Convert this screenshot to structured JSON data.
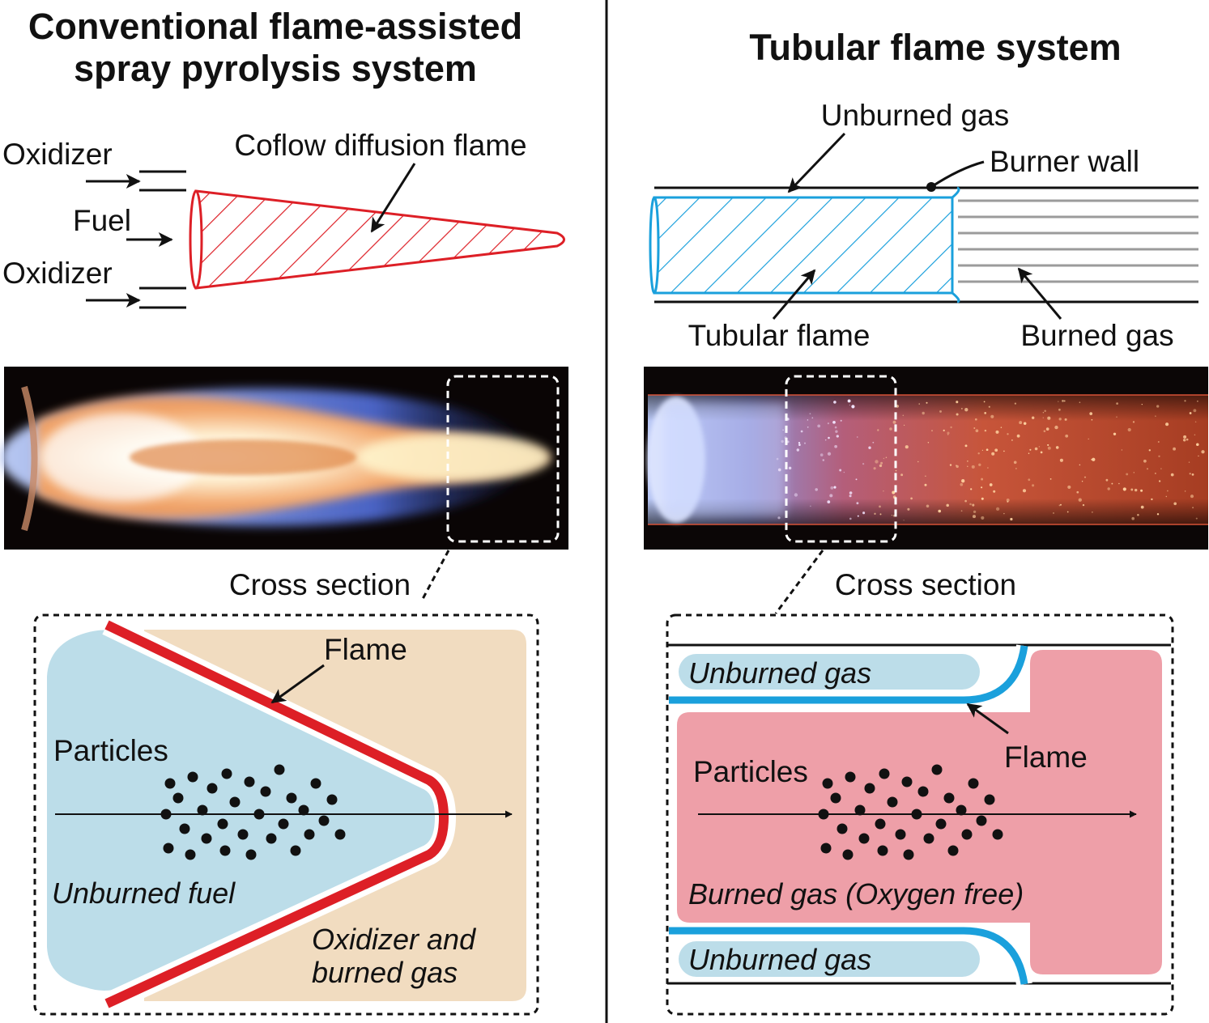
{
  "left": {
    "title_line1": "Conventional flame-assisted",
    "title_line2": "spray pyrolysis system",
    "schematic": {
      "oxidizer_top": "Oxidizer",
      "fuel": "Fuel",
      "oxidizer_bottom": "Oxidizer",
      "flame_label": "Coflow diffusion flame"
    },
    "cross_section_label": "Cross section",
    "detail": {
      "flame": "Flame",
      "particles": "Particles",
      "unburned_fuel": "Unburned fuel",
      "oxidizer_line1": "Oxidizer and",
      "oxidizer_line2": "burned gas"
    }
  },
  "right": {
    "title": "Tubular flame system",
    "schematic": {
      "unburned_gas": "Unburned gas",
      "burner_wall": "Burner wall",
      "tubular_flame": "Tubular flame",
      "burned_gas": "Burned gas"
    },
    "cross_section_label": "Cross section",
    "detail": {
      "unburned_top": "Unburned gas",
      "unburned_bottom": "Unburned gas",
      "flame": "Flame",
      "particles": "Particles",
      "burned_gas": "Burned gas (Oxygen free)"
    }
  },
  "colors": {
    "flame_red": "#dd1f26",
    "tubular_blue": "#1aa0dc",
    "unburned_fill": "#bcdde9",
    "oxidizer_fill": "#f1dcc0",
    "burned_fill": "#ee9fa8"
  }
}
